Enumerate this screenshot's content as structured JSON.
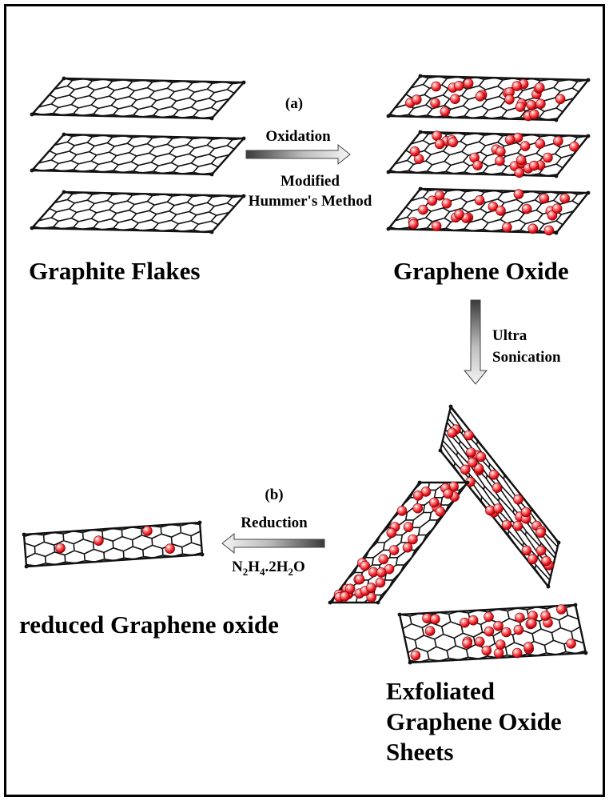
{
  "steps": {
    "a": {
      "marker": "(a)",
      "action": "Oxidation",
      "method_line1": "Modified",
      "method_line2": "Hummer's Method"
    },
    "sonication": {
      "line1": "Ultra",
      "line2": "Sonication"
    },
    "b": {
      "marker": "(b)",
      "action": "Reduction",
      "reagent": {
        "N": "N",
        "n_sub": "2",
        "H": "H",
        "h_sub": "4",
        "mid": ".2H",
        "h2_sub": "2",
        "O": "O"
      }
    }
  },
  "stages": {
    "graphite": "Graphite Flakes",
    "graphene_oxide": "Graphene Oxide",
    "exfoliated_line1": "Exfoliated",
    "exfoliated_line2": "Graphene Oxide",
    "exfoliated_line3": "Sheets",
    "rgo": "reduced Graphene oxide"
  },
  "colors": {
    "lattice": "#111111",
    "oxygen_atom": "#e8141c",
    "arrow_dark": "#444444",
    "arrow_light": "#f2f2f2"
  }
}
